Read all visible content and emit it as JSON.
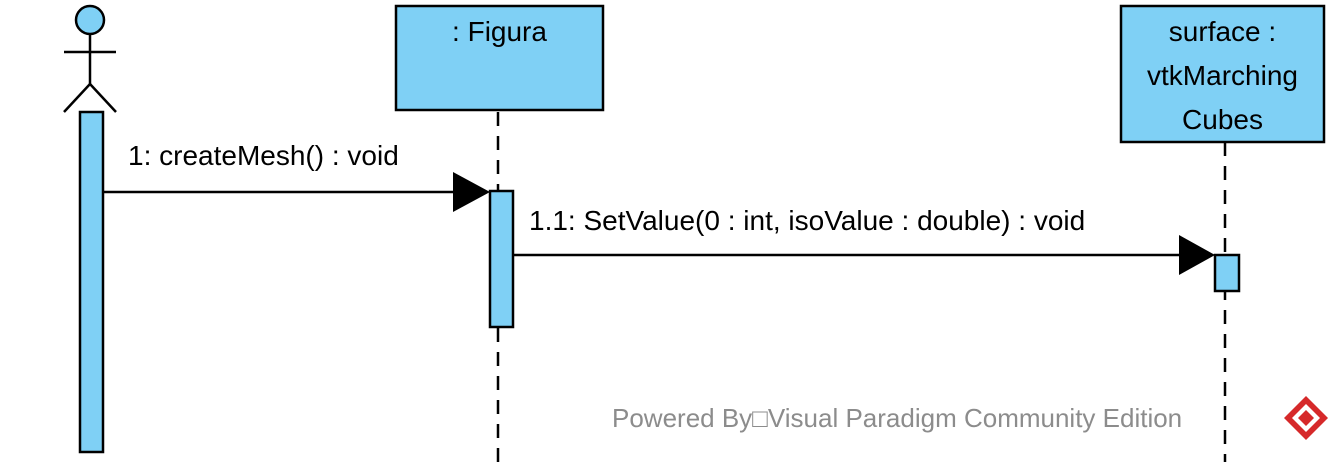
{
  "colors": {
    "fill": "#7fd0f5",
    "stroke": "#000000",
    "watermark_text": "#8c8c8c",
    "logo_red": "#d6292a"
  },
  "actor": {
    "icon": "stick-figure-actor-icon"
  },
  "lifelines": [
    {
      "id": "figura",
      "label_lines": [
        ": Figura"
      ]
    },
    {
      "id": "surface",
      "label_lines": [
        "surface :",
        "vtkMarching",
        "Cubes"
      ]
    }
  ],
  "messages": [
    {
      "label": "1: createMesh() : void",
      "from": "actor",
      "to": "figura"
    },
    {
      "label": "1.1: SetValue(0 : int, isoValue : double) : void",
      "from": "figura",
      "to": "surface"
    }
  ],
  "watermark": {
    "text": "Powered By□Visual Paradigm Community Edition",
    "logo_icon": "visual-paradigm-logo-icon"
  }
}
